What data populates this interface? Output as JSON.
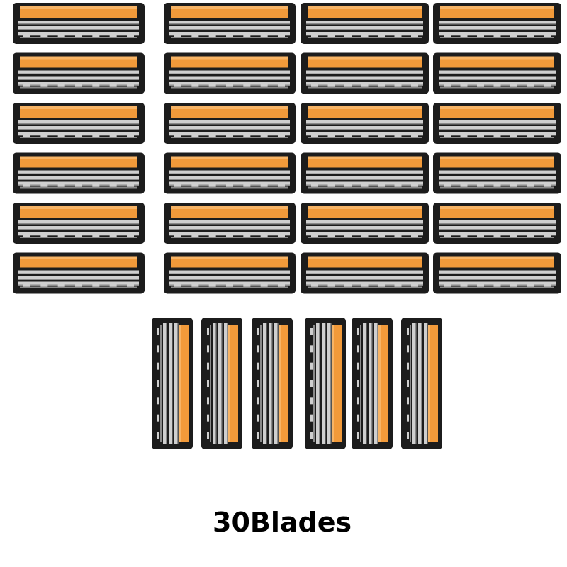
{
  "product": {
    "caption": "30Blades",
    "layout_counts": {
      "horizontal_rows": 6,
      "horizontal_columns": 4,
      "vertical_cartridges": 6
    }
  },
  "colors": {
    "background": "#ffffff",
    "cartridge_frame": "#1c1c1c",
    "lubricating_strip": "#f29a3a",
    "strip_highlight": "#f7b466",
    "blade": "#cfcfcf",
    "blade_shadow": "#8a8a8a",
    "caption_text": "#000000"
  },
  "icons": {
    "cartridge": "razor-cartridge-icon"
  }
}
